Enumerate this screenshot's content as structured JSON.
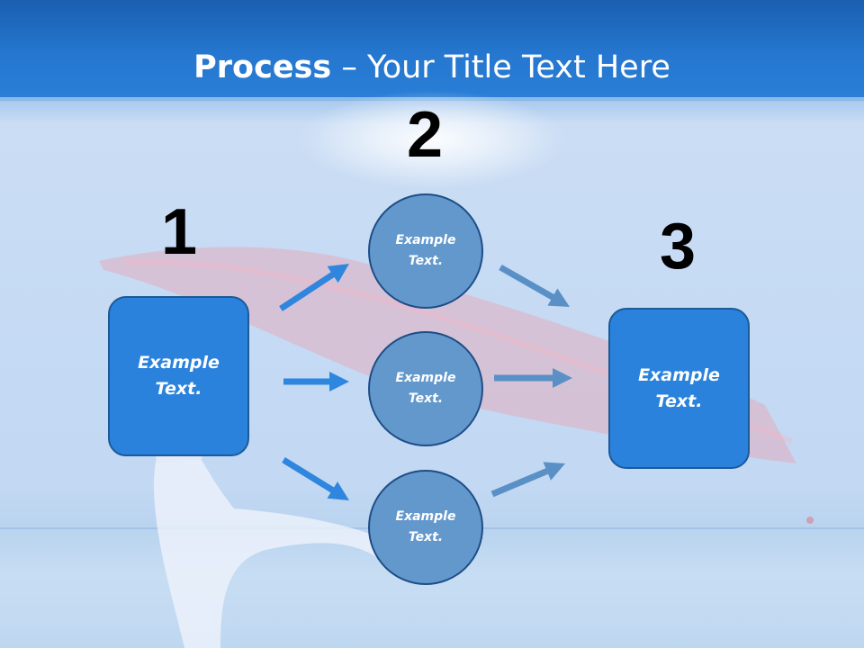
{
  "slide": {
    "title_bold": "Process",
    "title_rest": " – Your Title Text Here"
  },
  "steps": [
    {
      "number": "1",
      "label": "Example\nText."
    },
    {
      "number": "2",
      "label": "Example\nText."
    },
    {
      "number": "3",
      "label": "Example\nText."
    }
  ],
  "circles": [
    {
      "label": "Example\nText."
    },
    {
      "label": "Example\nText."
    },
    {
      "label": "Example\nText."
    }
  ],
  "colors": {
    "title_bar": "#2577d0",
    "box_fill": "#2a82dc",
    "circle_fill": "#6398cc",
    "arrow_blue": "#2f86de",
    "arrow_faded": "#5a90c6"
  },
  "icons": {
    "arrow": "block-arrow-icon"
  }
}
